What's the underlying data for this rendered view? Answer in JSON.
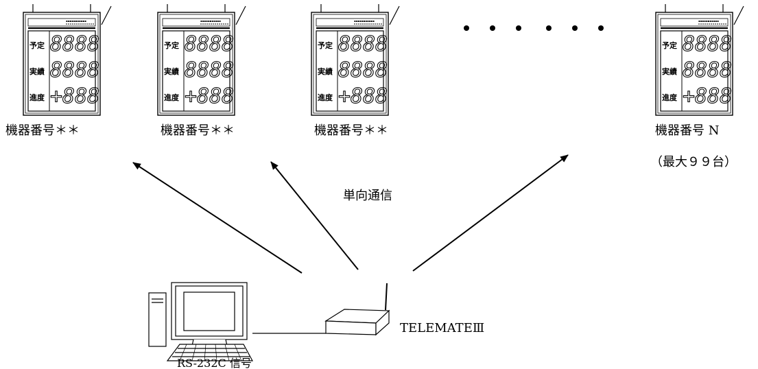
{
  "devices": [
    {
      "label": "機器番号＊＊",
      "rows": [
        {
          "name": "予定",
          "value": "8888"
        },
        {
          "name": "実績",
          "value": "8888"
        },
        {
          "name": "進度",
          "value": "+888"
        }
      ]
    },
    {
      "label": "機器番号＊＊",
      "rows": [
        {
          "name": "予定",
          "value": "8888"
        },
        {
          "name": "実績",
          "value": "8888"
        },
        {
          "name": "進度",
          "value": "+888"
        }
      ]
    },
    {
      "label": "機器番号＊＊",
      "rows": [
        {
          "name": "予定",
          "value": "8888"
        },
        {
          "name": "実績",
          "value": "8888"
        },
        {
          "name": "進度",
          "value": "+888"
        }
      ]
    },
    {
      "label": "機器番号 N",
      "rows": [
        {
          "name": "予定",
          "value": "8888"
        },
        {
          "name": "実績",
          "value": "8888"
        },
        {
          "name": "進度",
          "value": "+888"
        }
      ]
    }
  ],
  "max_note": "（最大９９台）",
  "comm_label": "単向通信",
  "transmitter_label": "TELEMATEⅢ",
  "rs232c_label": "RS-232C 信号",
  "colors": {
    "line": "#000000",
    "fill": "#ffffff"
  }
}
